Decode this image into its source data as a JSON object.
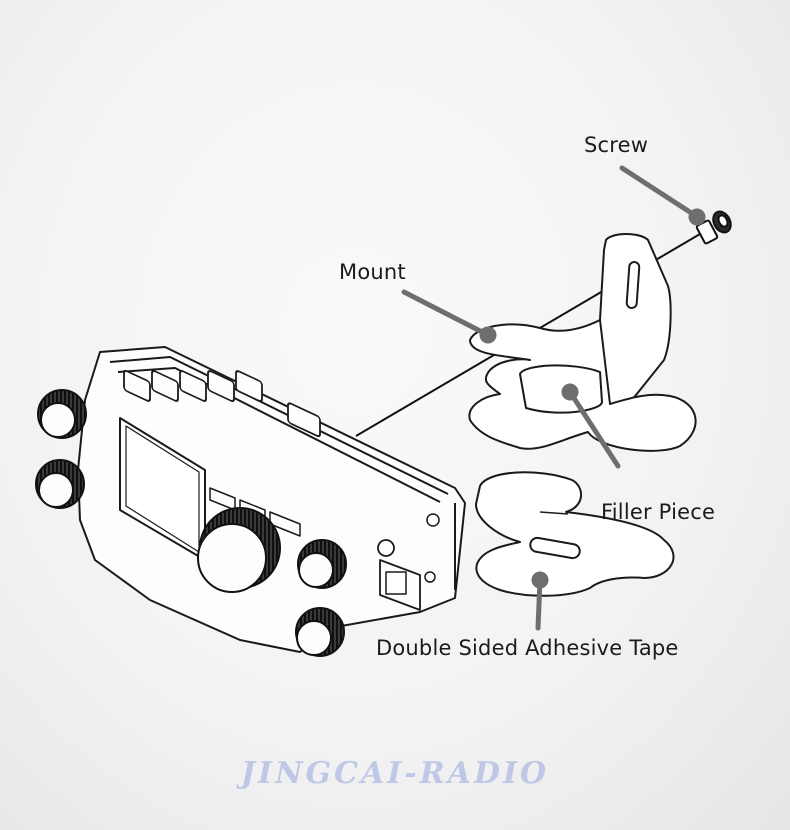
{
  "labels": {
    "screw": "Screw",
    "mount": "Mount",
    "filler_piece": "Filler Piece",
    "tape": "Double Sided Adhesive Tape"
  },
  "watermark": "JINGCAI-RADIO",
  "colors": {
    "background": "#f1f1f1",
    "line_art": "#1a1a1a",
    "leader": "#6e6e6e",
    "watermark": "#b9c4e6"
  }
}
